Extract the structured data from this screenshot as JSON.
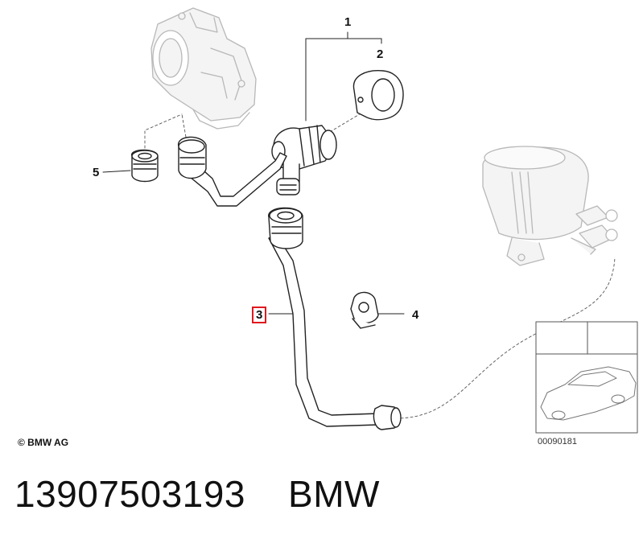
{
  "callouts": {
    "c1": "1",
    "c2": "2",
    "c3": "3",
    "c4": "4",
    "c5": "5"
  },
  "highlighted_callout": "3",
  "highlight_color": "#e0191f",
  "copyright": "© BMW AG",
  "reference_code": "00090181",
  "caption": {
    "part_number": "13907503193",
    "brand": "BMW"
  }
}
